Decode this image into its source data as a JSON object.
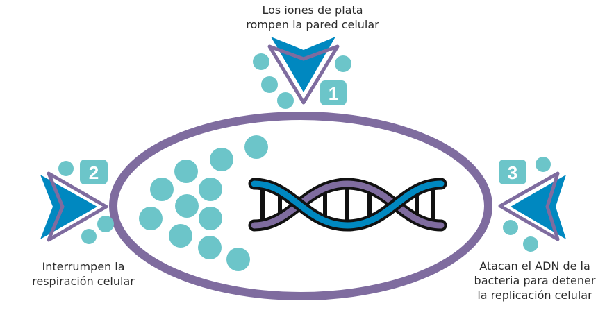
{
  "colors": {
    "teal": "#6cc5c9",
    "blue": "#0088c0",
    "purple": "#7f6c9f",
    "black": "#111111"
  },
  "steps": [
    {
      "number": "1",
      "label_lines": [
        "Los iones de plata",
        "rompen la pared celular"
      ]
    },
    {
      "number": "2",
      "label_lines": [
        "Interrumpen la",
        "respiración celular"
      ]
    },
    {
      "number": "3",
      "label_lines": [
        "Atacan el ADN de la",
        "bacteria para detener",
        "la replicación celular"
      ]
    }
  ],
  "icons": [
    "bacteria-cell-icon",
    "dna-helix-icon",
    "silver-ion-icon",
    "arrow-icon"
  ]
}
